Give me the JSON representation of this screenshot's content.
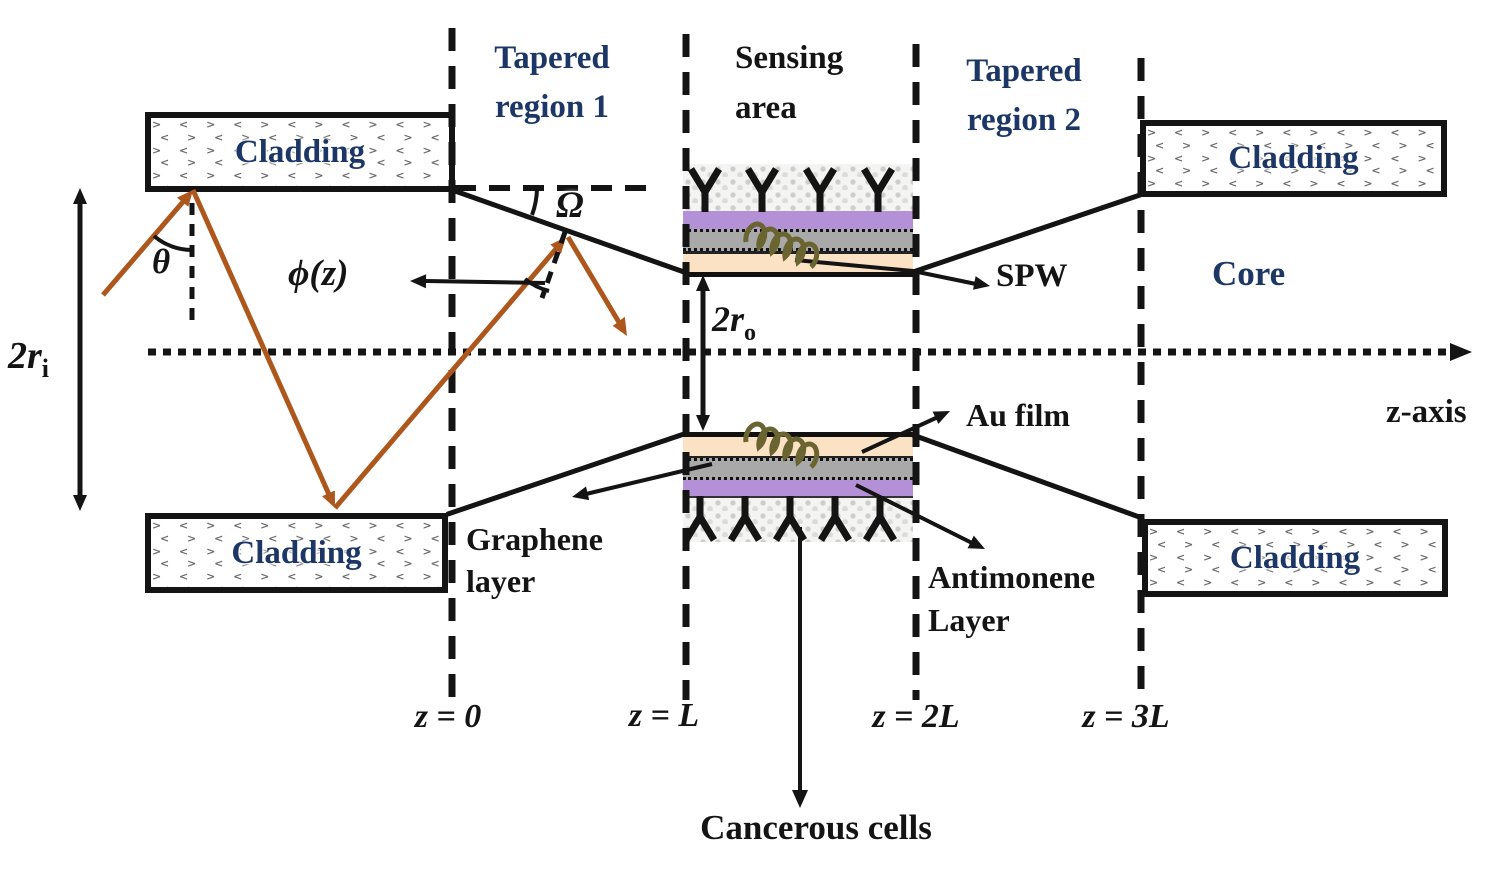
{
  "colors": {
    "navy": "#1c3766",
    "ink": "#141414",
    "orange": "#ad571d",
    "au": "#fbe2c4",
    "graphene": "#a9a9a9",
    "antimonene": "#b491d6",
    "squiggle": "#6a6530"
  },
  "cladding_label": "Cladding",
  "region_labels": {
    "tapered1_l1": "Tapered",
    "tapered1_l2": "region 1",
    "sensing_l1": "Sensing",
    "sensing_l2": "area",
    "tapered2_l1": "Tapered",
    "tapered2_l2": "region 2",
    "core": "Core"
  },
  "axis": {
    "zaxis_label": "z-axis",
    "z0": "z = 0",
    "zL": "z = L",
    "z2L": "z = 2L",
    "z3L": "z = 3L"
  },
  "angle_labels": {
    "theta": "θ",
    "omega": "Ω",
    "phi": "ϕ(z)"
  },
  "dimension_labels": {
    "r_main": "2r",
    "r_in_sub": "i",
    "r_out_sub": "o"
  },
  "layer_labels": {
    "spw": "SPW",
    "au_film": "Au film",
    "graphene_l1": "Graphene",
    "graphene_l2": "layer",
    "antimonene_l1": "Antimonene",
    "antimonene_l2": "Layer",
    "cancerous": "Cancerous cells"
  }
}
